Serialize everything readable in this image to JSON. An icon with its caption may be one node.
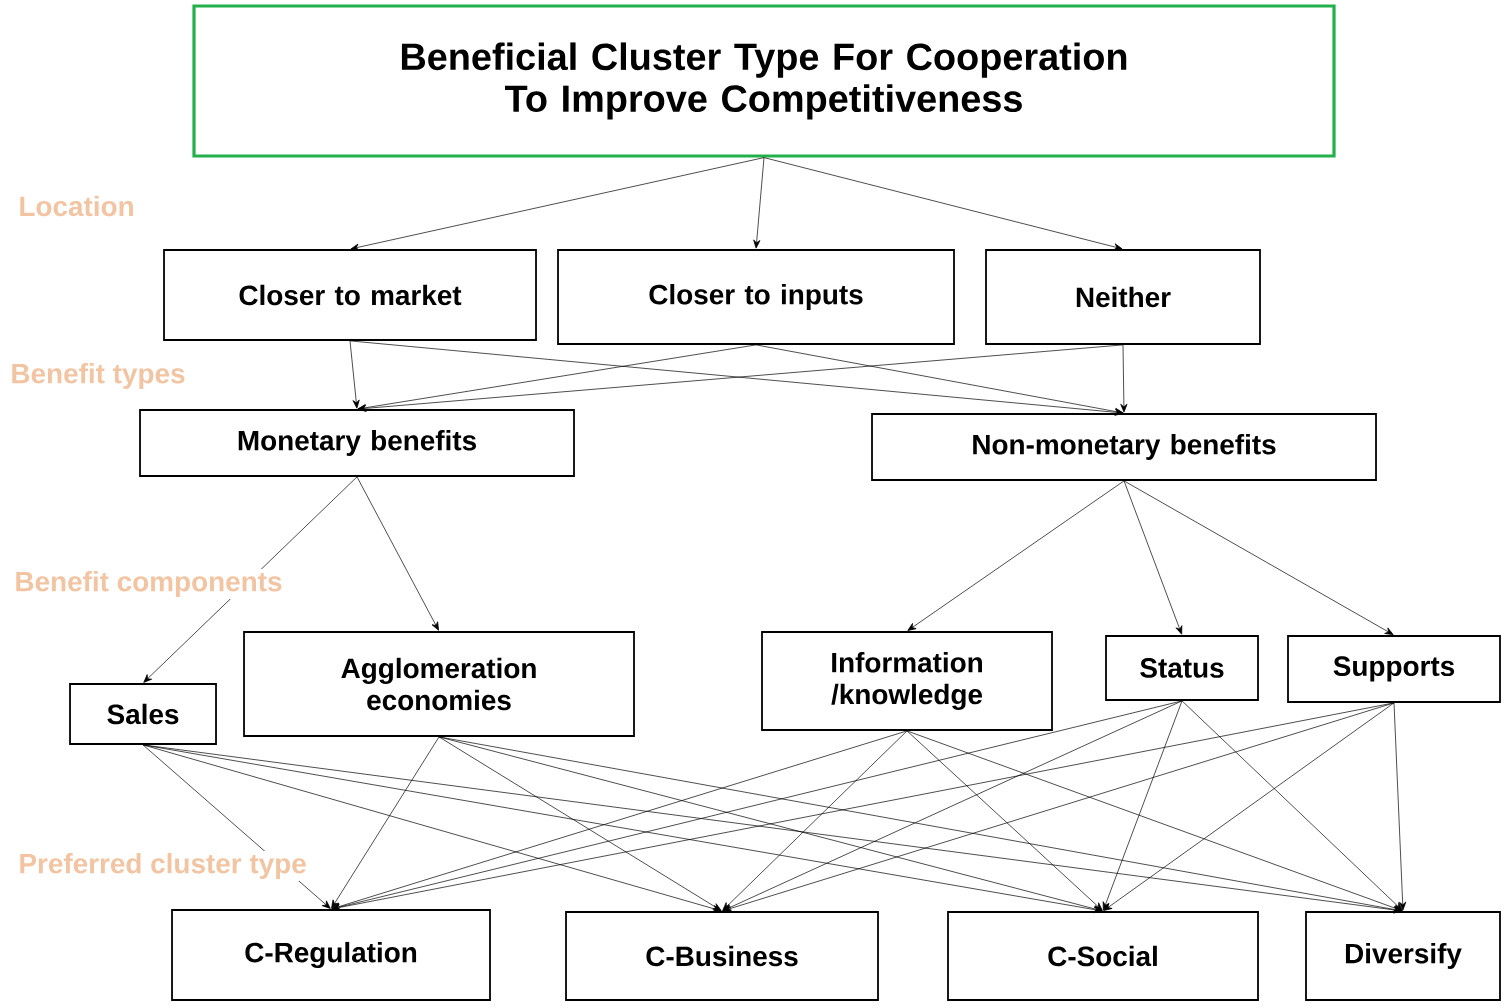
{
  "diagram": {
    "nodes": [
      {
        "text": [
          "Beneficial Cluster Type For Cooperation To Improve Competitiveness"
        ]
      },
      {
        "text": [
          "Closer to market"
        ]
      },
      {
        "text": [
          "Closer to inputs"
        ]
      },
      {
        "text": [
          "Neither"
        ]
      },
      {
        "text": [
          "Monetary benefits"
        ]
      },
      {
        "text": [
          "Non-monetary benefits"
        ]
      },
      {
        "text": [
          "Sales"
        ]
      },
      {
        "text": [
          "Agglomeration economies"
        ]
      },
      {
        "text": [
          "Information /knowledge"
        ]
      },
      {
        "text": [
          "Status"
        ]
      },
      {
        "text": [
          "Supports"
        ]
      },
      {
        "text": [
          "C-Regulation"
        ]
      },
      {
        "text": [
          "C-Business"
        ]
      },
      {
        "text": [
          "C-Social"
        ]
      },
      {
        "text": [
          "Diversify"
        ]
      }
    ],
    "edges": [
      {
        "from": 0,
        "to": 1,
        "arrow": "to"
      },
      {
        "from": 0,
        "to": 2,
        "arrow": "to"
      },
      {
        "from": 0,
        "to": 3,
        "arrow": "to"
      },
      {
        "from": 1,
        "to": 4,
        "arrow": "to"
      },
      {
        "from": 1,
        "to": 5,
        "arrow": "to"
      },
      {
        "from": 2,
        "to": 4,
        "arrow": "to"
      },
      {
        "from": 2,
        "to": 5,
        "arrow": "to"
      },
      {
        "from": 3,
        "to": 4,
        "arrow": "to"
      },
      {
        "from": 3,
        "to": 5,
        "arrow": "to"
      },
      {
        "from": 4,
        "to": 6,
        "arrow": "to"
      },
      {
        "from": 4,
        "to": 7,
        "arrow": "to"
      },
      {
        "from": 5,
        "to": 8,
        "arrow": "to"
      },
      {
        "from": 5,
        "to": 9,
        "arrow": "to"
      },
      {
        "from": 5,
        "to": 10,
        "arrow": "to"
      },
      {
        "from": 6,
        "to": 11,
        "arrow": "to"
      },
      {
        "from": 6,
        "to": 12,
        "arrow": "to"
      },
      {
        "from": 6,
        "to": 13,
        "arrow": "to"
      },
      {
        "from": 6,
        "to": 14,
        "arrow": "to"
      },
      {
        "from": 7,
        "to": 11,
        "arrow": "to"
      },
      {
        "from": 7,
        "to": 12,
        "arrow": "to"
      },
      {
        "from": 7,
        "to": 13,
        "arrow": "to"
      },
      {
        "from": 7,
        "to": 14,
        "arrow": "to"
      },
      {
        "from": 8,
        "to": 11,
        "arrow": "to"
      },
      {
        "from": 8,
        "to": 12,
        "arrow": "to"
      },
      {
        "from": 8,
        "to": 13,
        "arrow": "to"
      },
      {
        "from": 8,
        "to": 14,
        "arrow": "to"
      },
      {
        "from": 9,
        "to": 11,
        "arrow": "to"
      },
      {
        "from": 9,
        "to": 12,
        "arrow": "to"
      },
      {
        "from": 9,
        "to": 13,
        "arrow": "to"
      },
      {
        "from": 9,
        "to": 14,
        "arrow": "to"
      },
      {
        "from": 10,
        "to": 11,
        "arrow": "to"
      },
      {
        "from": 10,
        "to": 12,
        "arrow": "to"
      },
      {
        "from": 10,
        "to": 13,
        "arrow": "to"
      },
      {
        "from": 10,
        "to": 14,
        "arrow": "to"
      }
    ],
    "labels": [
      "Location",
      "Benefit types",
      "Benefit components",
      "Preferred cluster type"
    ]
  }
}
